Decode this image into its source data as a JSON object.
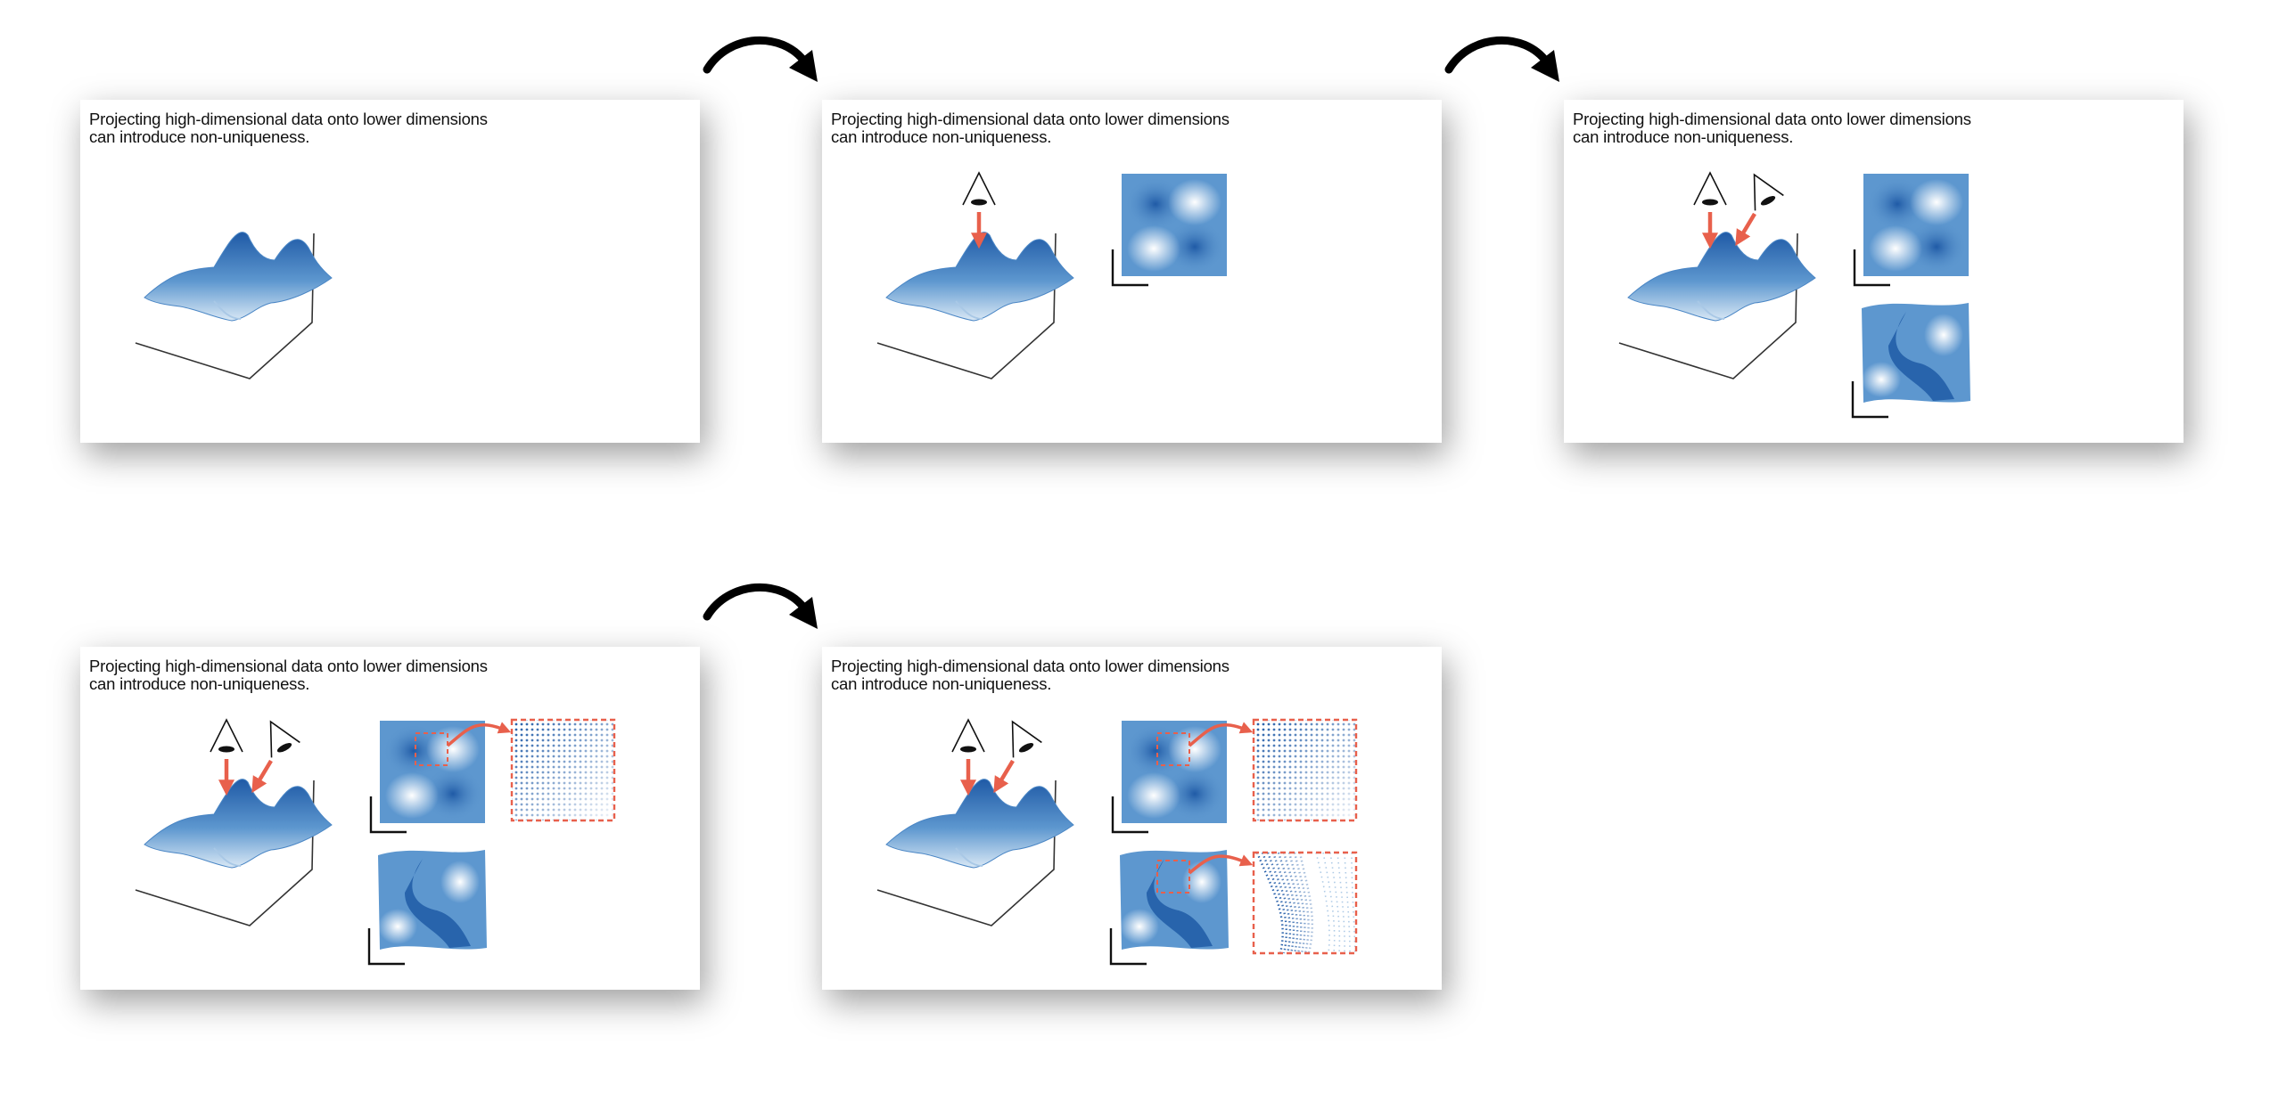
{
  "colors": {
    "surface_dark": "#1f5aa6",
    "surface_mid": "#5d97cf",
    "surface_light": "#d9e8f5",
    "accent_red": "#e8604c",
    "flow_arrow": "#000000"
  },
  "slides": [
    {
      "caption_line1": "Projecting high-dimensional data onto lower dimensions",
      "caption_line2": "can introduce non-uniqueness.",
      "show_eye_top": false,
      "show_eye_side": false,
      "show_proj_top": false,
      "show_proj_side": false,
      "show_zoom_top": false,
      "show_zoom_side": false
    },
    {
      "caption_line1": "Projecting high-dimensional data onto lower dimensions",
      "caption_line2": "can introduce non-uniqueness.",
      "show_eye_top": true,
      "show_eye_side": false,
      "show_proj_top": true,
      "show_proj_side": false,
      "show_zoom_top": false,
      "show_zoom_side": false
    },
    {
      "caption_line1": "Projecting high-dimensional data onto lower dimensions",
      "caption_line2": "can introduce non-uniqueness.",
      "show_eye_top": true,
      "show_eye_side": true,
      "show_proj_top": true,
      "show_proj_side": true,
      "show_zoom_top": false,
      "show_zoom_side": false
    },
    {
      "caption_line1": "Projecting high-dimensional data onto lower dimensions",
      "caption_line2": "can introduce non-uniqueness.",
      "show_eye_top": true,
      "show_eye_side": true,
      "show_proj_top": true,
      "show_proj_side": true,
      "show_zoom_top": true,
      "show_zoom_side": false
    },
    {
      "caption_line1": "Projecting high-dimensional data onto lower dimensions",
      "caption_line2": "can introduce non-uniqueness.",
      "show_eye_top": true,
      "show_eye_side": true,
      "show_proj_top": true,
      "show_proj_side": true,
      "show_zoom_top": true,
      "show_zoom_side": true
    }
  ],
  "flow_arrows": [
    {
      "icon": "curved-arrow-right-icon"
    },
    {
      "icon": "curved-arrow-right-icon"
    },
    {
      "icon": "curved-arrow-right-icon"
    }
  ]
}
